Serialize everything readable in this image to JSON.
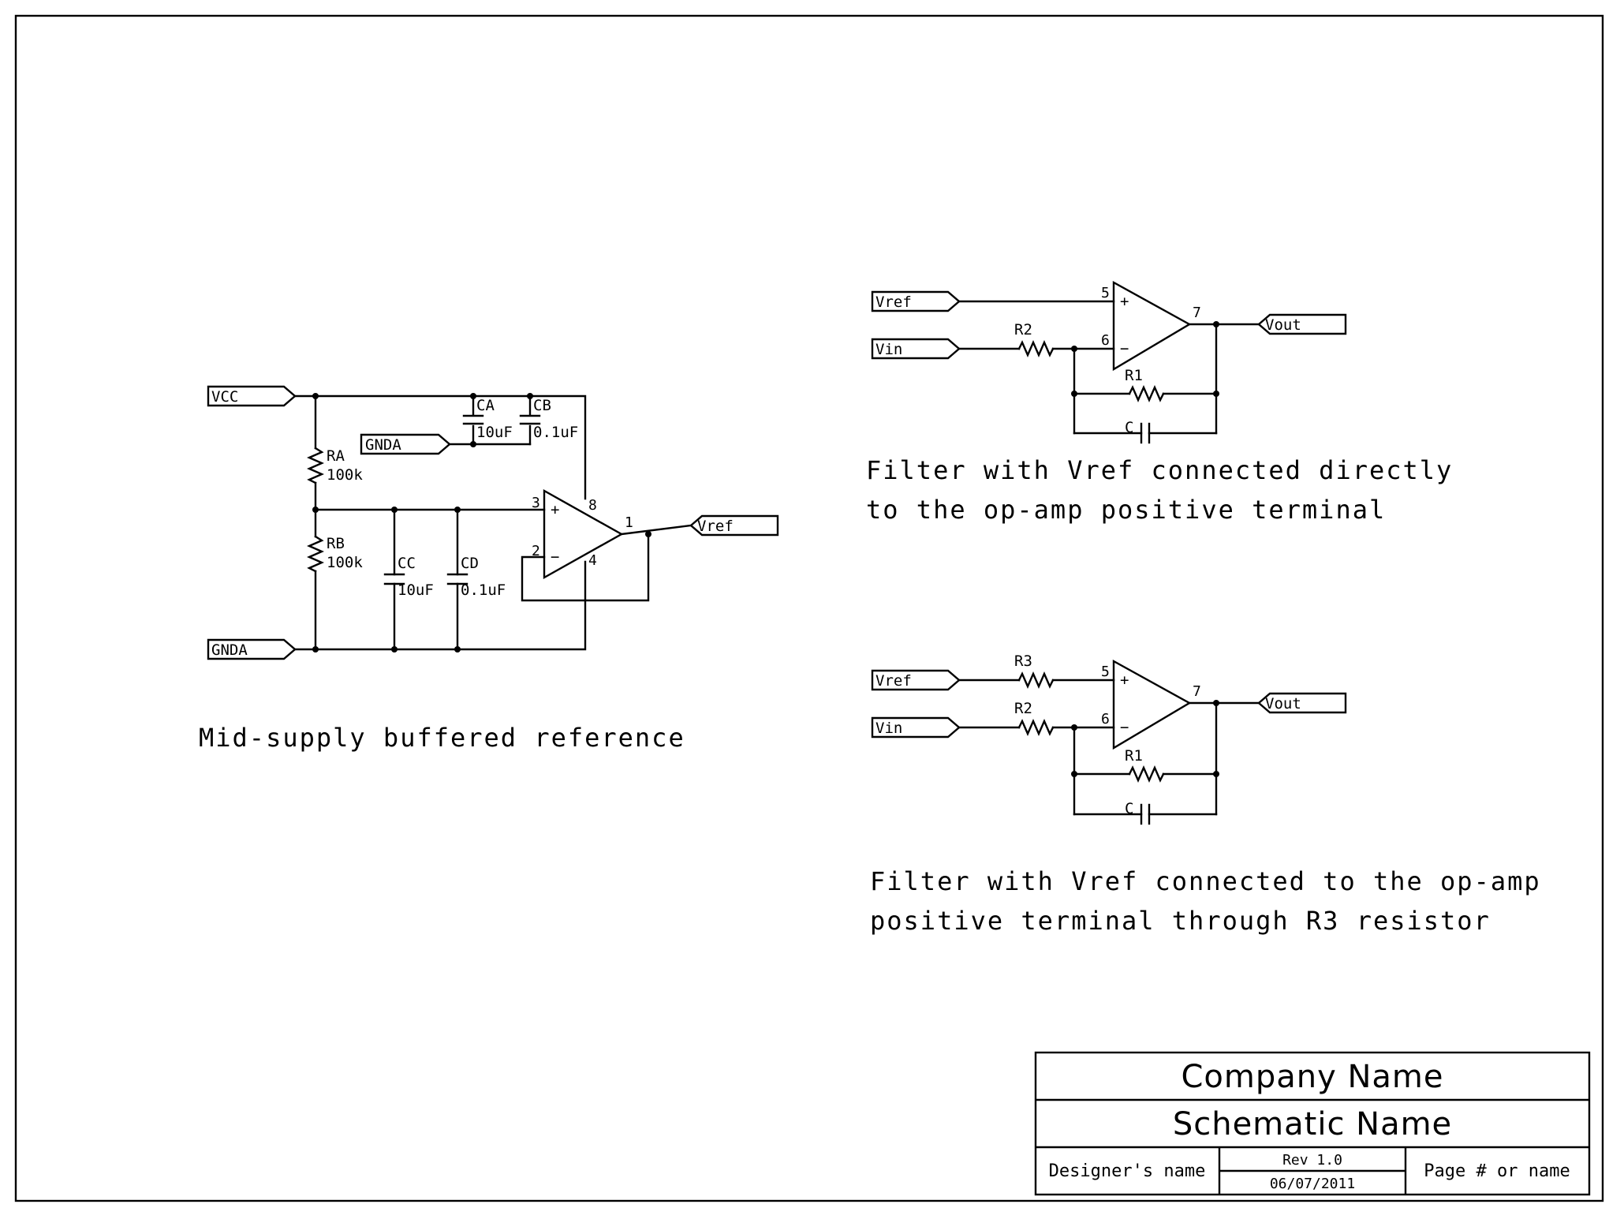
{
  "title_block": {
    "company": "Company Name",
    "schematic": "Schematic Name",
    "designer": "Designer's name",
    "revision": "Rev 1.0",
    "date": "06/07/2011",
    "page": "Page # or name"
  },
  "reference_circuit": {
    "caption": "Mid-supply buffered reference",
    "ports": {
      "vcc": "VCC",
      "gnda_top": "GNDA",
      "gnda_bottom": "GNDA",
      "vref_out": "Vref"
    },
    "resistors": [
      {
        "ref": "RA",
        "value": "100k"
      },
      {
        "ref": "RB",
        "value": "100k"
      }
    ],
    "capacitors": [
      {
        "ref": "CA",
        "value": "10uF"
      },
      {
        "ref": "CB",
        "value": "0.1uF"
      },
      {
        "ref": "CC",
        "value": "10uF"
      },
      {
        "ref": "CD",
        "value": "0.1uF"
      }
    ],
    "opamp_pins": {
      "noninv": "3",
      "inv": "2",
      "out": "1",
      "vplus": "8",
      "vminus": "4",
      "plus_sign": "+",
      "minus_sign": "−"
    }
  },
  "filter_direct": {
    "caption_line1": "Filter with Vref connected directly",
    "caption_line2": "to the op-amp positive terminal",
    "ports": {
      "vref": "Vref",
      "vin": "Vin",
      "vout": "Vout"
    },
    "components": {
      "r_in": "R2",
      "r_fb": "R1",
      "c_fb": "C"
    },
    "opamp_pins": {
      "noninv": "5",
      "inv": "6",
      "out": "7",
      "plus_sign": "+",
      "minus_sign": "−"
    }
  },
  "filter_r3": {
    "caption_line1": "Filter with Vref connected to the op-amp",
    "caption_line2": "positive terminal through R3 resistor",
    "ports": {
      "vref": "Vref",
      "vin": "Vin",
      "vout": "Vout"
    },
    "components": {
      "r_ref": "R3",
      "r_in": "R2",
      "r_fb": "R1",
      "c_fb": "C"
    },
    "opamp_pins": {
      "noninv": "5",
      "inv": "6",
      "out": "7",
      "plus_sign": "+",
      "minus_sign": "−"
    }
  }
}
